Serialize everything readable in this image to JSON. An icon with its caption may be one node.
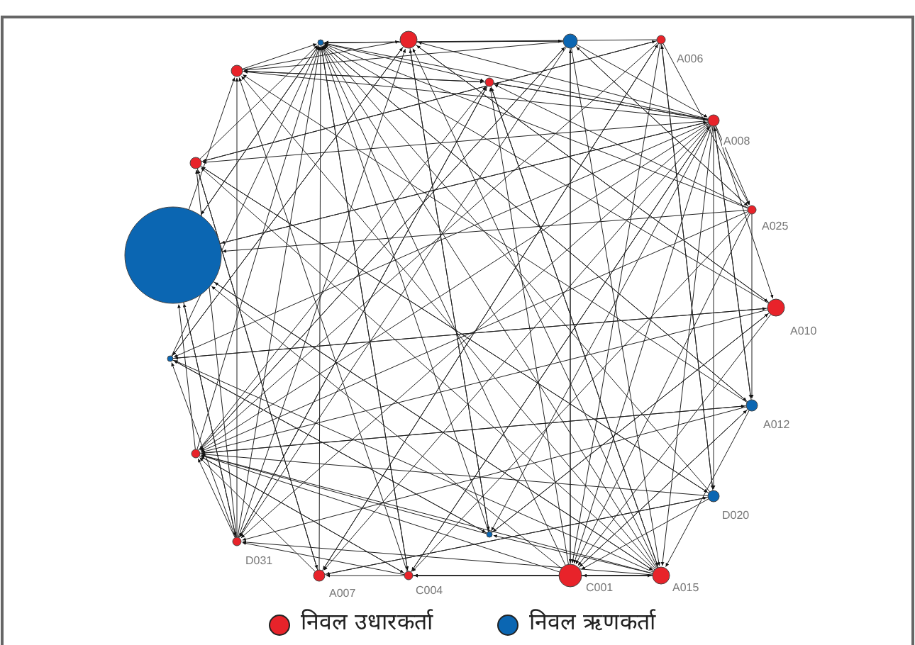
{
  "diagram": {
    "labels": [
      "A006",
      "A008",
      "A025",
      "A010",
      "A012",
      "D020",
      "A015",
      "C001",
      "C004",
      "A007",
      "D031"
    ],
    "legend": [
      {
        "text": "निवल उधारकर्ता",
        "color": "#e8232a"
      },
      {
        "text": "निवल ऋणकर्ता",
        "color": "#0b66b2"
      }
    ]
  }
}
